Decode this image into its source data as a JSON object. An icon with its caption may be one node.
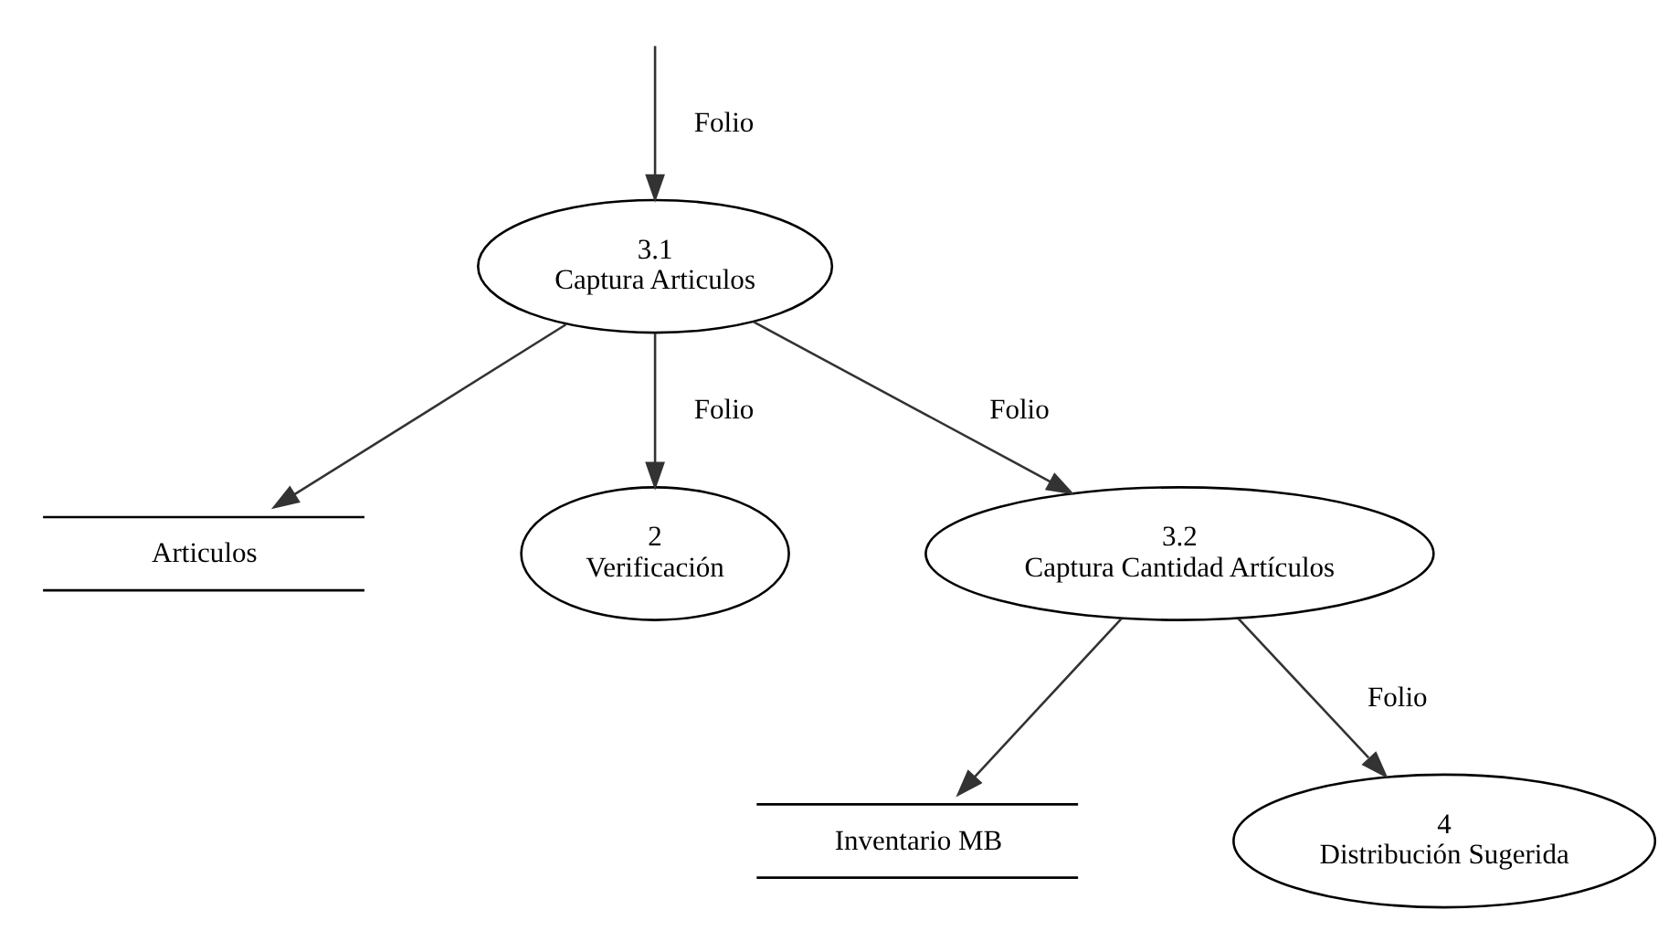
{
  "diagram": {
    "nodes": [
      {
        "text": [
          "3.1",
          "Captura Articulos"
        ]
      },
      {
        "text": [
          "Articulos"
        ]
      },
      {
        "text": [
          "2",
          "Verificación"
        ]
      },
      {
        "text": [
          "3.2",
          "Captura Cantidad Artículos"
        ]
      },
      {
        "text": [
          "Inventario MB"
        ]
      },
      {
        "text": [
          "4",
          "Distribución Sugerida"
        ]
      }
    ],
    "edges": [
      {
        "from": null,
        "to": 0,
        "label": "Folio",
        "arrow": "to"
      },
      {
        "from": 0,
        "to": 1,
        "arrow": "to"
      },
      {
        "from": 0,
        "to": 2,
        "label": "Folio",
        "arrow": "to"
      },
      {
        "from": 0,
        "to": 3,
        "label": "Folio",
        "arrow": "to"
      },
      {
        "from": 3,
        "to": 4,
        "arrow": "to"
      },
      {
        "from": 3,
        "to": 5,
        "label": "Folio",
        "arrow": "to"
      }
    ]
  }
}
